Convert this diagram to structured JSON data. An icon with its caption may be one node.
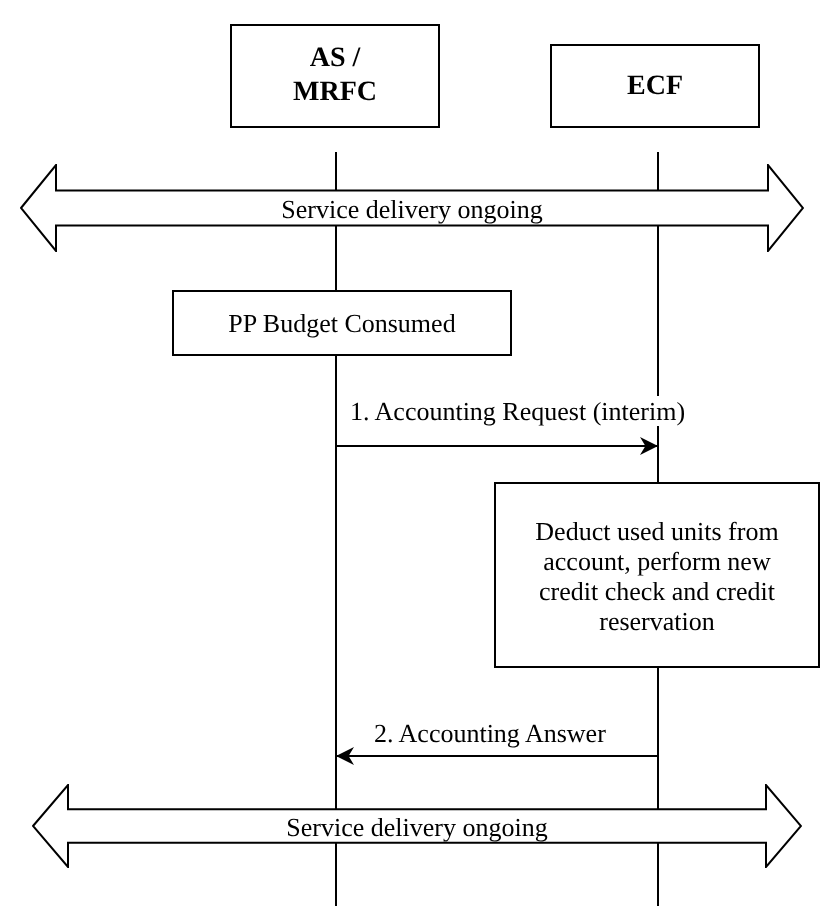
{
  "diagram": {
    "nodes": [
      {
        "text": [
          "AS / MRFC"
        ]
      },
      {
        "text": [
          "ECF"
        ]
      },
      {
        "text": [
          "Service delivery ongoing"
        ]
      },
      {
        "text": [
          "PP Budget Consumed"
        ]
      },
      {
        "text": [
          "Deduct used units from account, perform new credit check and credit reservation"
        ]
      },
      {
        "text": [
          "Service delivery ongoing"
        ]
      }
    ],
    "edges": [
      {
        "from": 0,
        "to": 1,
        "arrow": "to",
        "label": "1. Accounting Request (interim)"
      },
      {
        "from": 1,
        "to": 0,
        "arrow": "to",
        "label": "2. Accounting Answer"
      }
    ]
  }
}
